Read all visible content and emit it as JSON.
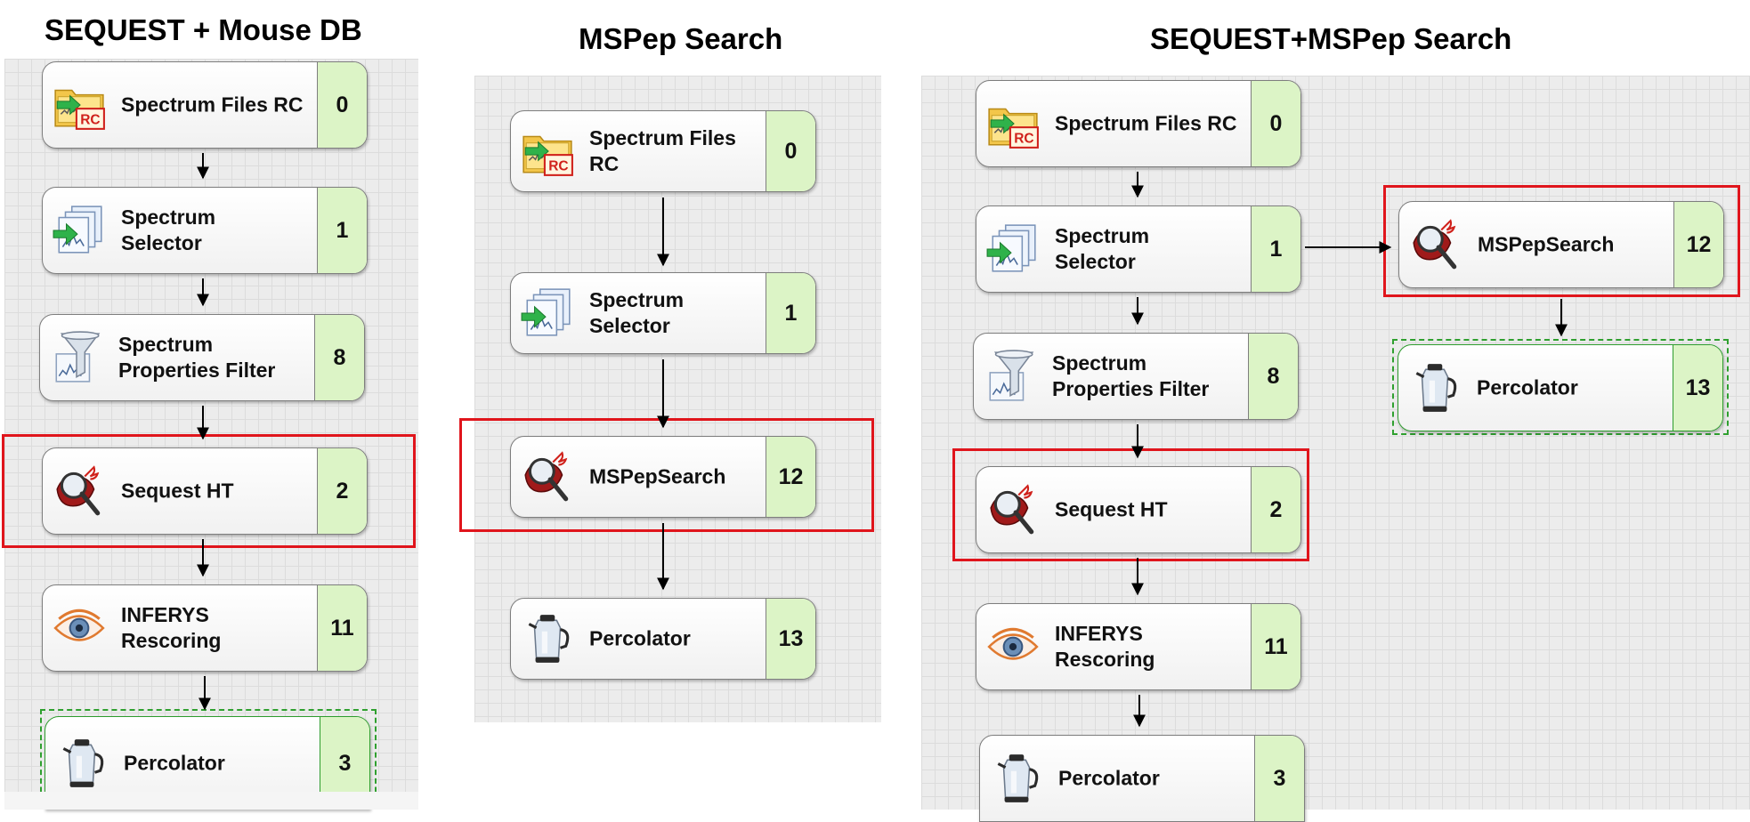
{
  "panels": [
    {
      "title": "SEQUEST + Mouse DB",
      "nodes": [
        {
          "label": "Spectrum Files RC",
          "number": "0",
          "icon": "spectrum-files-rc-icon"
        },
        {
          "label": "Spectrum\nSelector",
          "number": "1",
          "icon": "spectrum-selector-icon"
        },
        {
          "label": "Spectrum\nProperties Filter",
          "number": "8",
          "icon": "filter-funnel-icon"
        },
        {
          "label": "Sequest HT",
          "number": "2",
          "icon": "search-engine-icon"
        },
        {
          "label": "INFERYS\nRescoring",
          "number": "11",
          "icon": "eye-icon"
        },
        {
          "label": "Percolator",
          "number": "3",
          "icon": "percolator-icon"
        }
      ]
    },
    {
      "title": "MSPep Search",
      "nodes": [
        {
          "label": "Spectrum Files\nRC",
          "number": "0",
          "icon": "spectrum-files-rc-icon"
        },
        {
          "label": "Spectrum\nSelector",
          "number": "1",
          "icon": "spectrum-selector-icon"
        },
        {
          "label": "MSPepSearch",
          "number": "12",
          "icon": "search-engine-icon"
        },
        {
          "label": "Percolator",
          "number": "13",
          "icon": "percolator-icon"
        }
      ]
    },
    {
      "title": "SEQUEST+MSPep Search",
      "nodes": [
        {
          "label": "Spectrum Files RC",
          "number": "0",
          "icon": "spectrum-files-rc-icon"
        },
        {
          "label": "Spectrum\nSelector",
          "number": "1",
          "icon": "spectrum-selector-icon"
        },
        {
          "label": "Spectrum\nProperties Filter",
          "number": "8",
          "icon": "filter-funnel-icon"
        },
        {
          "label": "Sequest HT",
          "number": "2",
          "icon": "search-engine-icon"
        },
        {
          "label": "INFERYS\nRescoring",
          "number": "11",
          "icon": "eye-icon"
        },
        {
          "label": "Percolator",
          "number": "3",
          "icon": "percolator-icon"
        },
        {
          "label": "MSPepSearch",
          "number": "12",
          "icon": "search-engine-icon"
        },
        {
          "label": "Percolator",
          "number": "13",
          "icon": "percolator-icon"
        }
      ]
    }
  ],
  "colors": {
    "highlight": "#e0151c",
    "number_badge": "#dcf4c6",
    "selected_dashed": "#2fa02f",
    "panel_background": "#ececec"
  }
}
